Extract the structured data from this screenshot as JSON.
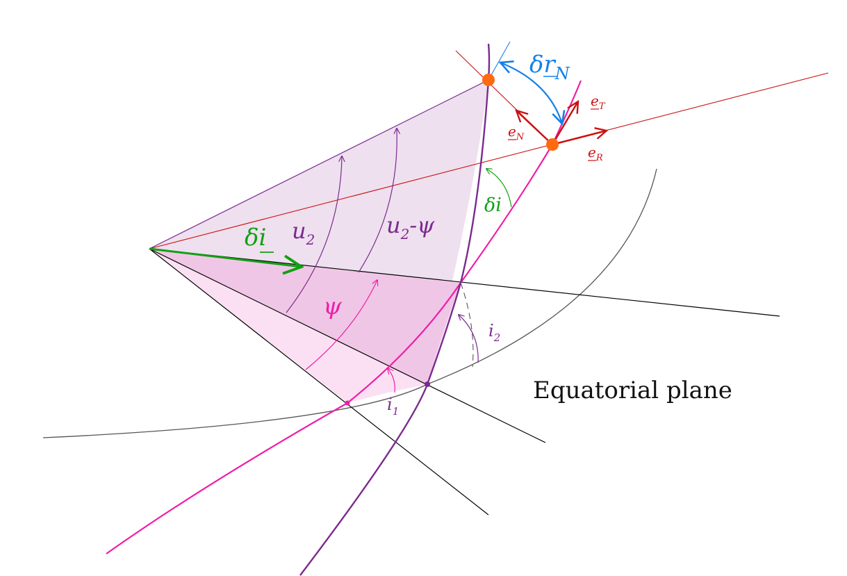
{
  "labels": {
    "delta_r_n": {
      "main": "δr",
      "sub": "N"
    },
    "e_t": {
      "main": "e",
      "sub": "T"
    },
    "e_n": {
      "main": "e",
      "sub": "N"
    },
    "e_r": {
      "main": "e",
      "sub": "R"
    },
    "delta_i_angle": "δi",
    "delta_i_vector": "δi",
    "u2": {
      "main": "u",
      "sub": "2"
    },
    "u2_psi": {
      "main": "u",
      "sub": "2",
      "suffix": "-ψ"
    },
    "psi": "ψ",
    "i1": {
      "main": "i",
      "sub": "1"
    },
    "i2": {
      "main": "i",
      "sub": "2"
    },
    "equatorial_plane": "Equatorial plane"
  },
  "colors": {
    "purple_orbit": "#7b2a8e",
    "magenta_orbit": "#ee1fa7",
    "red": "#cc1111",
    "blue": "#1580e8",
    "green": "#11a011",
    "orange_point": "#ff6a10",
    "black": "#000000",
    "gray": "#555555",
    "fill_light_purple": "#eee0ef",
    "fill_pink": "#f0c6e6",
    "fill_light_pink": "#fbe0f3"
  }
}
